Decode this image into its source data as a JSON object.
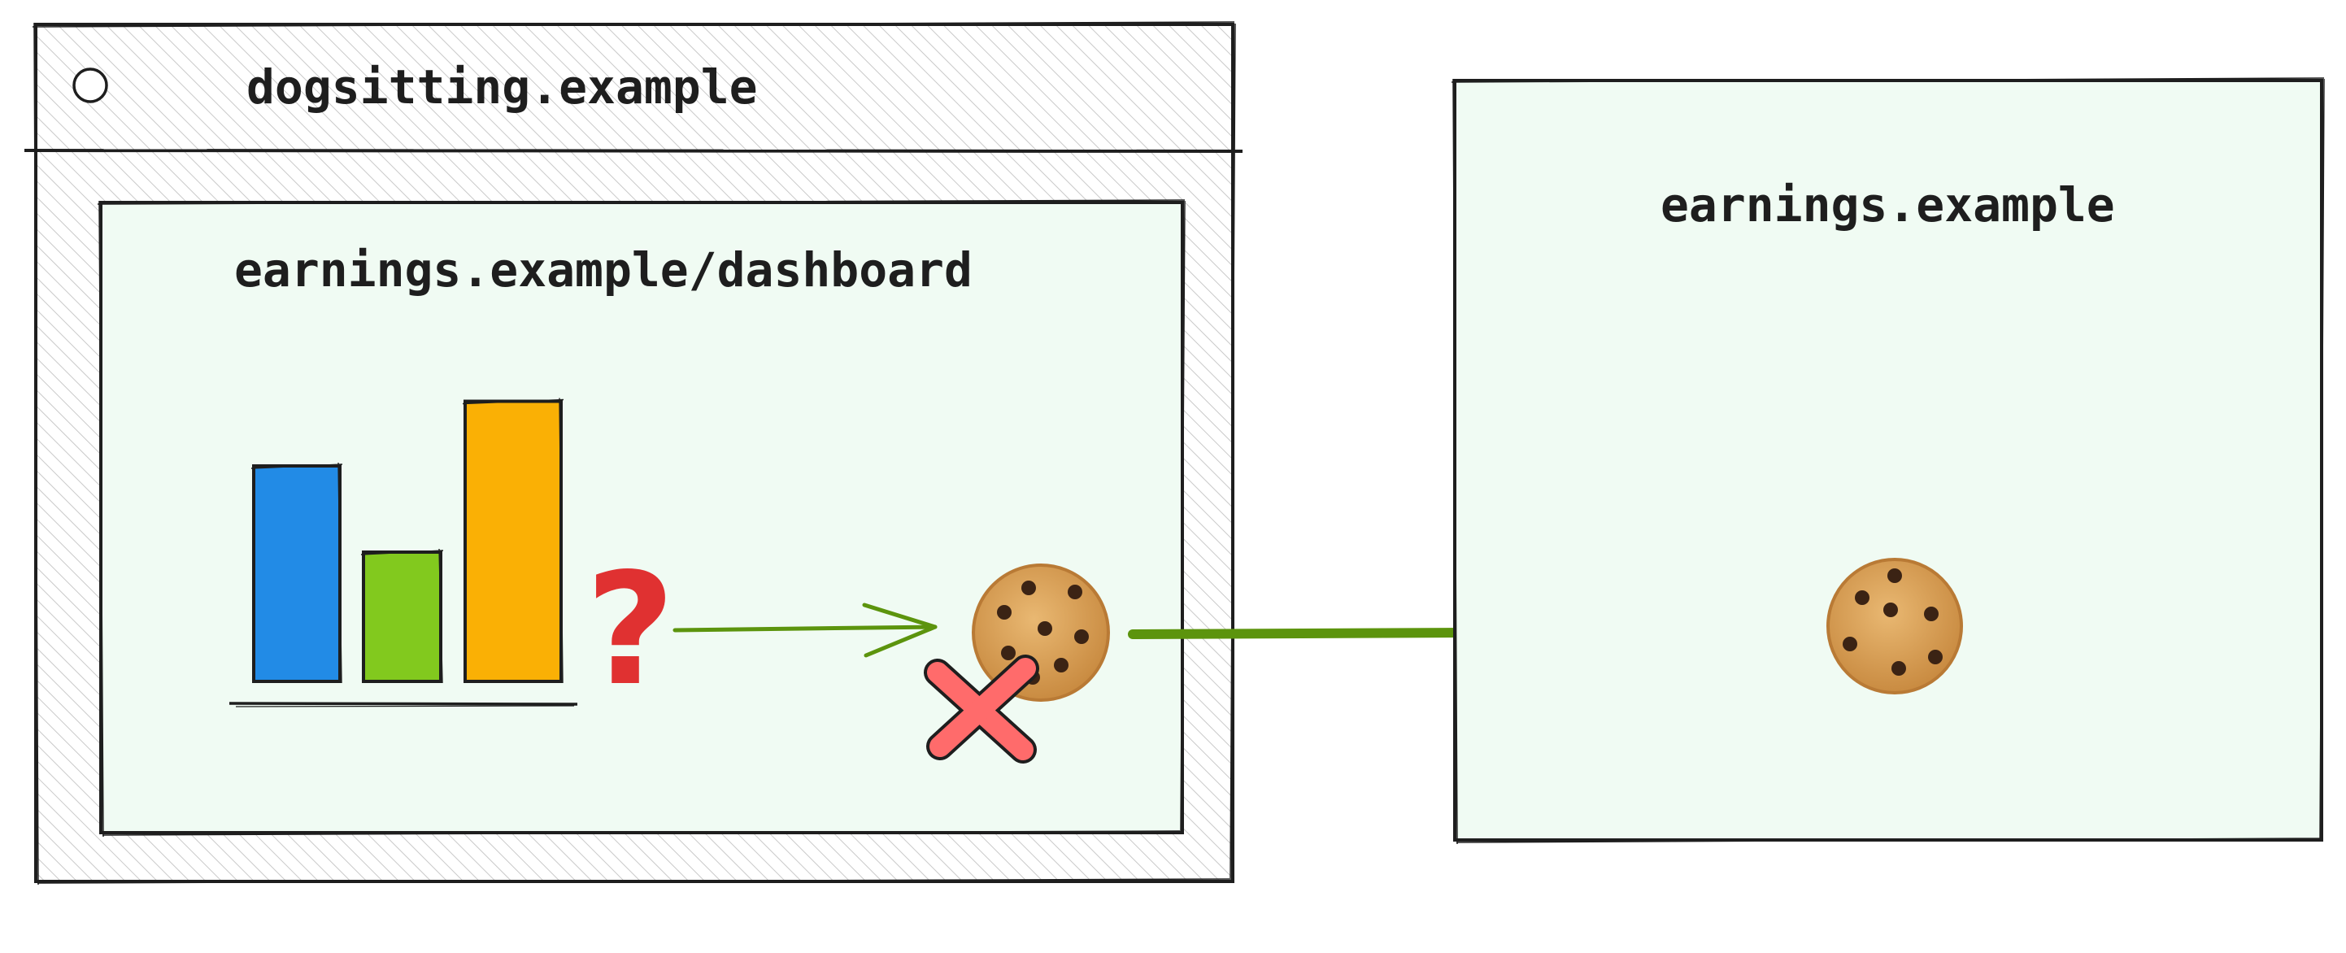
{
  "outer_window": {
    "title": "dogsitting.example"
  },
  "iframe": {
    "url": "earnings.example/dashboard"
  },
  "right_site": {
    "title": "earnings.example"
  },
  "marks": {
    "question": "?"
  },
  "bar_chart_icon": {
    "values": [
      1.0,
      0.6,
      1.3
    ],
    "colors": [
      "#228be6",
      "#82c91e",
      "#fab005"
    ]
  },
  "colors": {
    "ink": "#1e1e1e",
    "frame_fill": "#ffffff",
    "panel_fill": "#f0fbf3",
    "arrow": "#5c940d",
    "blocked": "#e03131",
    "question": "#e03131",
    "cookie_base": "#d9a35b",
    "cookie_edge": "#b97a35",
    "chip": "#3b2314"
  },
  "icons": {
    "window_control": "circle-icon",
    "cookie": "cookie-icon",
    "blocked": "x-mark-icon"
  }
}
